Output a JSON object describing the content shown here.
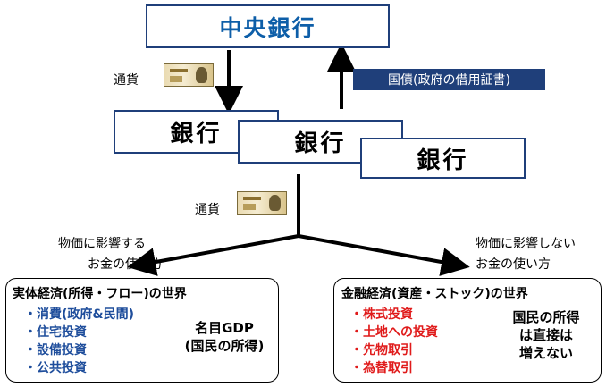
{
  "central_bank": {
    "label": "中央銀行"
  },
  "banks": [
    "銀行",
    "銀行",
    "銀行"
  ],
  "currency_label_top": "通貨",
  "currency_label_mid": "通貨",
  "bond_label": "国債(政府の借用証書)",
  "left_branch_label": [
    "物価に影響する",
    "お金の使い方"
  ],
  "right_branch_label": [
    "物価に影響しない",
    "お金の使い方"
  ],
  "real_economy": {
    "title": "実体経済(所得・フロー)の世界",
    "items": [
      "・消費(政府&民間)",
      "・住宅投資",
      "・設備投資",
      "・公共投資"
    ],
    "summary": [
      "名目GDP",
      "(国民の所得)"
    ]
  },
  "financial_economy": {
    "title": "金融経済(資産・ストック)の世界",
    "items": [
      "・株式投資",
      "・土地への投資",
      "・先物取引",
      "・為替取引"
    ],
    "summary": [
      "国民の所得",
      "は直接は",
      "増えない"
    ]
  },
  "colors": {
    "central_bank_text": "#0d5ea8",
    "box_border": "#1f3f7a",
    "bond_bg": "#1f3f7a",
    "real_items": "#1f4e9c",
    "financial_items": "#e01b1b"
  }
}
